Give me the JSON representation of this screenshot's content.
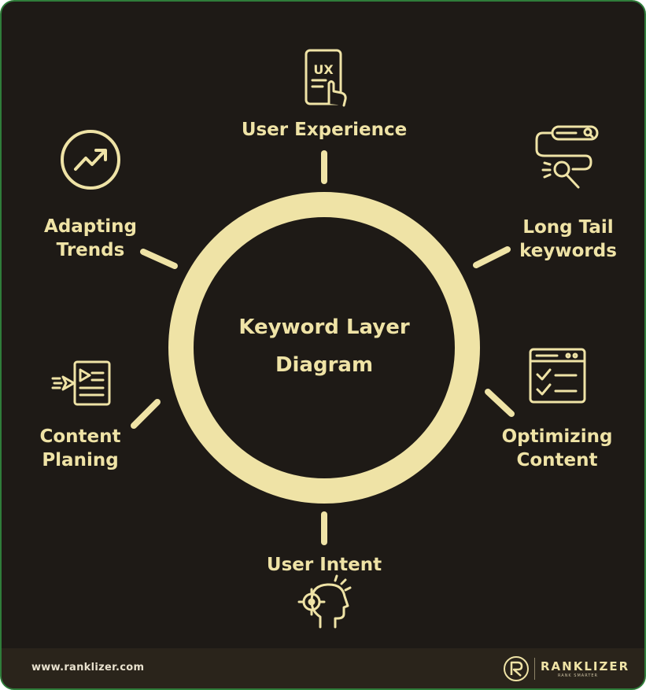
{
  "center": {
    "title": "Keyword Layer\nDiagram"
  },
  "nodes": [
    {
      "label": "User Experience",
      "icon": "ux-phone-tap-icon"
    },
    {
      "label": "Long Tail\nkeywords",
      "icon": "search-bar-magnifier-icon"
    },
    {
      "label": "Optimizing\nContent",
      "icon": "browser-checklist-icon"
    },
    {
      "label": "User Intent",
      "icon": "head-target-icon"
    },
    {
      "label": "Content\nPlaning",
      "icon": "video-document-icon"
    },
    {
      "label": "Adapting\nTrends",
      "icon": "trend-up-arrow-icon"
    }
  ],
  "ux_icon_text": "UX",
  "footer": {
    "url": "www.ranklizer.com",
    "brand_name": "RANKLIZER",
    "brand_tagline": "RANK SMARTER"
  },
  "colors": {
    "background": "#1e1a16",
    "accent": "#efe3a6",
    "footer": "#2a241b",
    "border": "#2f7d3a"
  }
}
